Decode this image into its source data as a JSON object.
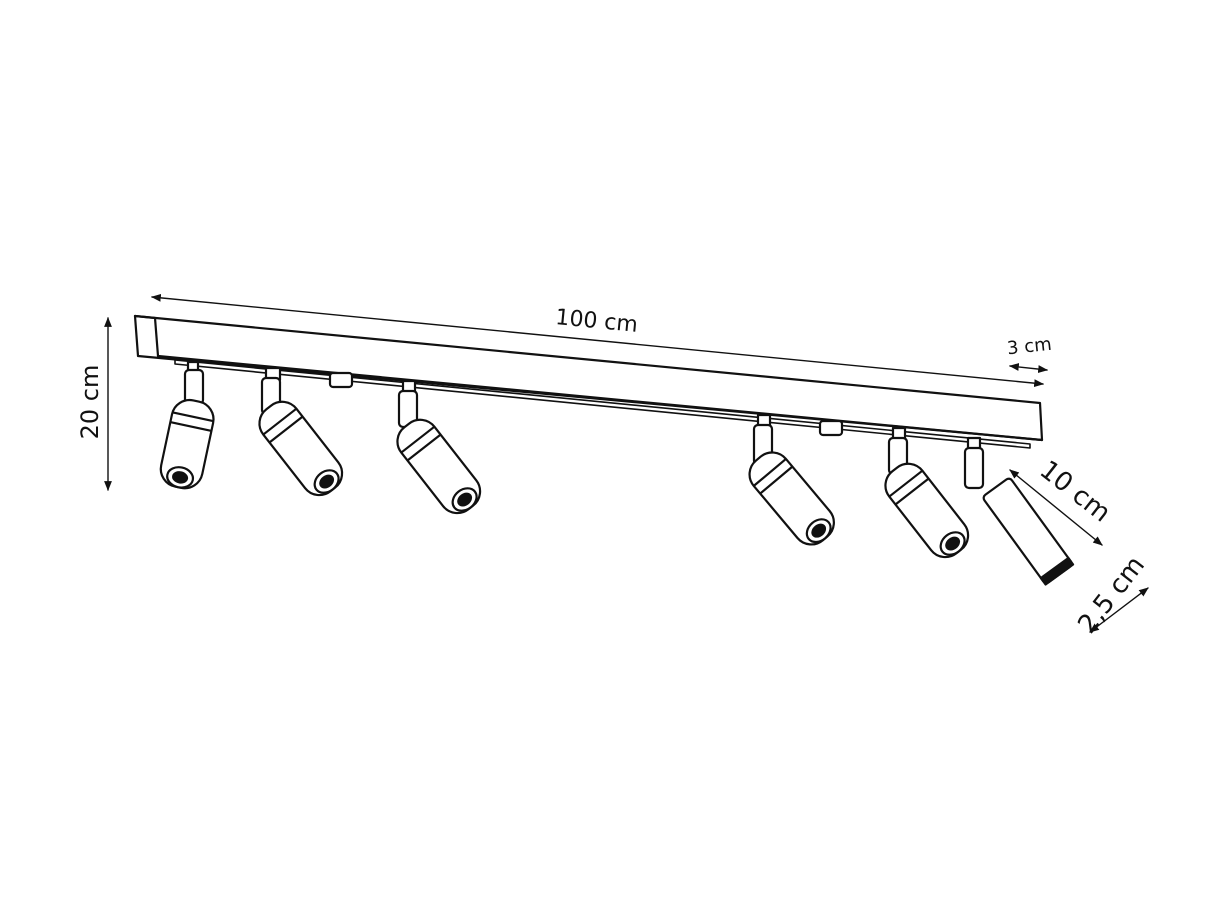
{
  "dimensions": {
    "length": "100 cm",
    "depth": "3 cm",
    "height": "20 cm",
    "spot_length": "10 cm",
    "spot_diameter": "2,5 cm"
  },
  "colors": {
    "line": "#111111",
    "background": "#ffffff"
  },
  "fixture": {
    "spot_count": 6
  }
}
